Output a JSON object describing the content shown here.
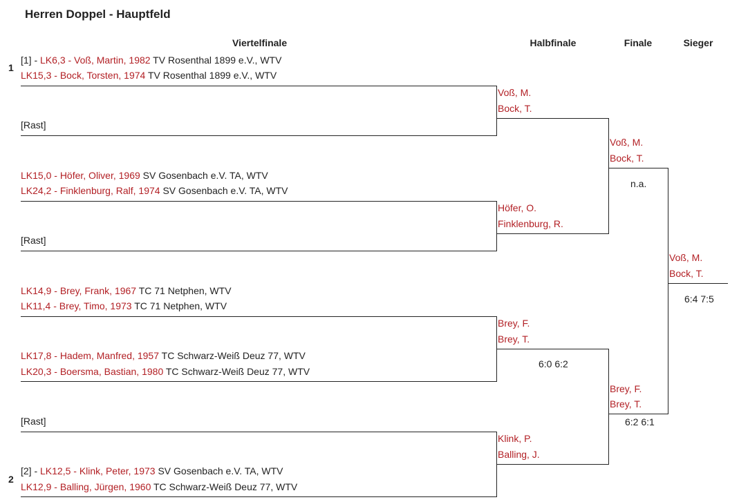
{
  "title": "Herren Doppel - Hauptfeld",
  "columns": {
    "viertelfinale": "Viertelfinale",
    "halbfinale": "Halbfinale",
    "finale": "Finale",
    "sieger": "Sieger"
  },
  "seeds": {
    "top": "1",
    "bottom": "2"
  },
  "first_round": {
    "m1_p1": {
      "prefix": "[1] - ",
      "player": "LK6,3 - Voß, Martin, 1982",
      "club": " TV Rosenthal 1899 e.V., WTV"
    },
    "m1_p2": {
      "prefix": "",
      "player": "LK15,3 - Bock, Torsten, 1974",
      "club": " TV Rosenthal 1899 e.V., WTV"
    },
    "m1_bye": "[Rast]",
    "m2_p1": {
      "prefix": "",
      "player": "LK15,0 - Höfer, Oliver, 1969",
      "club": " SV Gosenbach e.V. TA, WTV"
    },
    "m2_p2": {
      "prefix": "",
      "player": "LK24,2 - Finklenburg, Ralf, 1974",
      "club": " SV Gosenbach e.V. TA, WTV"
    },
    "m2_bye": "[Rast]",
    "m3_p1": {
      "prefix": "",
      "player": "LK14,9 - Brey, Frank, 1967",
      "club": " TC 71 Netphen, WTV"
    },
    "m3_p2": {
      "prefix": "",
      "player": "LK11,4 - Brey, Timo, 1973",
      "club": " TC 71 Netphen, WTV"
    },
    "m3_q1": {
      "prefix": "",
      "player": "LK17,8 - Hadem, Manfred, 1957",
      "club": " TC Schwarz-Weiß Deuz 77, WTV"
    },
    "m3_q2": {
      "prefix": "",
      "player": "LK20,3 - Boersma, Bastian, 1980",
      "club": " TC Schwarz-Weiß Deuz 77, WTV"
    },
    "m4_bye": "[Rast]",
    "m4_p1": {
      "prefix": "[2] - ",
      "player": "LK12,5 - Klink, Peter, 1973",
      "club": " SV Gosenbach e.V. TA, WTV"
    },
    "m4_p2": {
      "prefix": "",
      "player": "LK12,9 - Balling, Jürgen, 1960",
      "club": " TC Schwarz-Weiß Deuz 77, WTV"
    }
  },
  "quarter_winners": {
    "q1": [
      "Voß, M.",
      "Bock, T."
    ],
    "q2": [
      "Höfer, O.",
      "Finklenburg, R."
    ],
    "q3": [
      "Brey, F.",
      "Brey, T."
    ],
    "q3_score": "6:0 6:2",
    "q4": [
      "Klink, P.",
      "Balling, J."
    ]
  },
  "semi_winners": {
    "s1": [
      "Voß, M.",
      "Bock, T."
    ],
    "s1_score": "n.a.",
    "s2": [
      "Brey, F.",
      "Brey, T."
    ],
    "s2_score": "6:2 6:1"
  },
  "champion": {
    "names": [
      "Voß, M.",
      "Bock, T."
    ],
    "score": "6:4 7:5"
  }
}
